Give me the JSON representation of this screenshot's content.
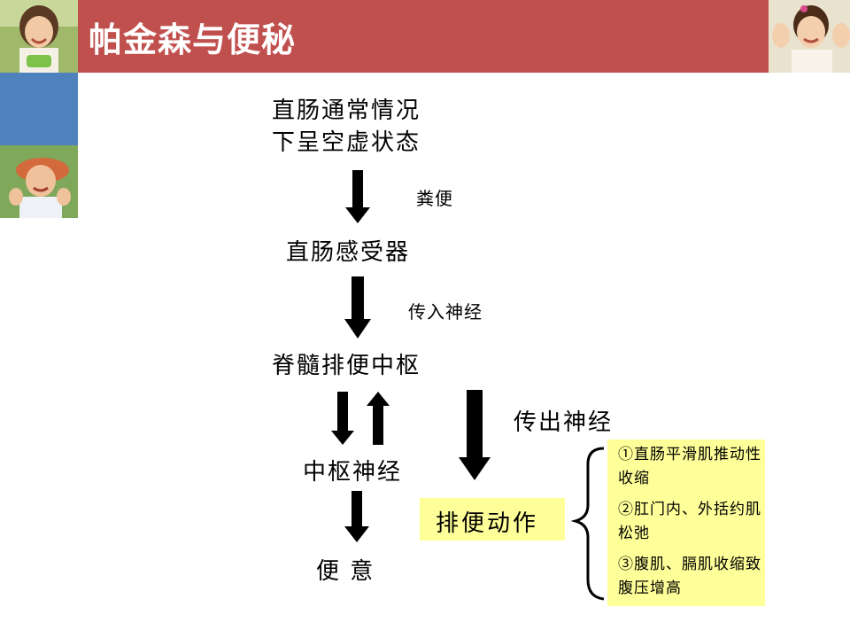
{
  "slide": {
    "title": "帕金森与便秘"
  },
  "flow": {
    "start_line1": "直肠通常情况",
    "start_line2": "下呈空虚状态",
    "label_feces": "粪便",
    "rectal_receptor": "直肠感受器",
    "label_afferent": "传入神经",
    "spinal_center": "脊髓排便中枢",
    "label_efferent": "传出神经",
    "central_nerve": "中枢神经",
    "urge": "便 意",
    "defecation_action": "排便动作"
  },
  "actions": [
    "①直肠平滑肌推动性收缩",
    "②肛门内、外括约肌松弛",
    "③腹肌、膈肌收缩致腹压增高"
  ],
  "colors": {
    "title_bar": "#c0504d",
    "accent_blue": "#4f81bd",
    "highlight_yellow": "#ffff99"
  }
}
